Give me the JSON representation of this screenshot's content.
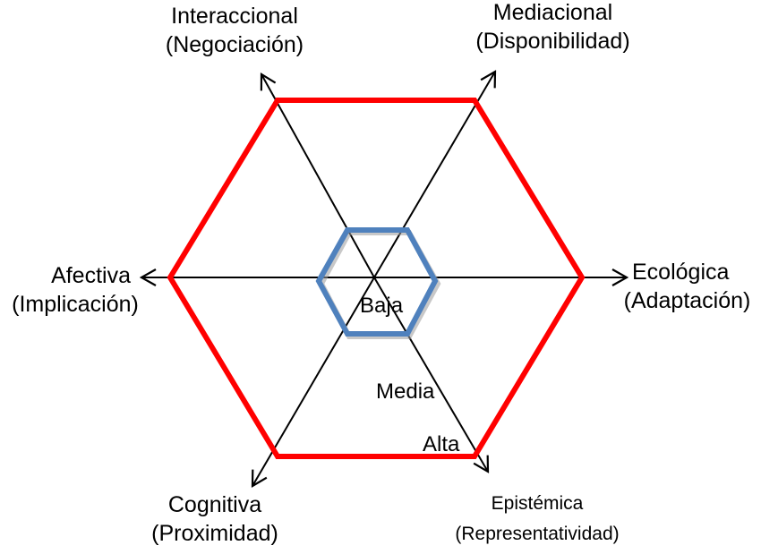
{
  "diagram": {
    "title": "",
    "colors": {
      "axis": "#000000",
      "outer_hexagon": "#ff0000",
      "inner_hexagon": "#4f81bd",
      "inner_shadow": "#9a9a9a"
    },
    "axes": [
      {
        "id": "interaccional",
        "name": "Interaccional",
        "sub": "(Negociación)",
        "direction": "up-left"
      },
      {
        "id": "mediacional",
        "name": "Mediacional",
        "sub": "(Disponibilidad)",
        "direction": "up-right"
      },
      {
        "id": "ecologica",
        "name": "Ecológica",
        "sub": "(Adaptación)",
        "direction": "right"
      },
      {
        "id": "epistemica",
        "name": "Epistémica",
        "sub": "(Representatividad)",
        "direction": "down-right"
      },
      {
        "id": "cognitiva",
        "name": "Cognitiva",
        "sub": "(Proximidad)",
        "direction": "down-left"
      },
      {
        "id": "afectiva",
        "name": "Afectiva",
        "sub": "(Implicación)",
        "direction": "left"
      }
    ],
    "levels": [
      "Baja",
      "Media",
      "Alta"
    ],
    "shapes": [
      {
        "name": "inner-hexagon",
        "level": "Baja",
        "color": "#4f81bd"
      },
      {
        "name": "outer-hexagon",
        "level": "Alta",
        "color": "#ff0000"
      }
    ]
  }
}
